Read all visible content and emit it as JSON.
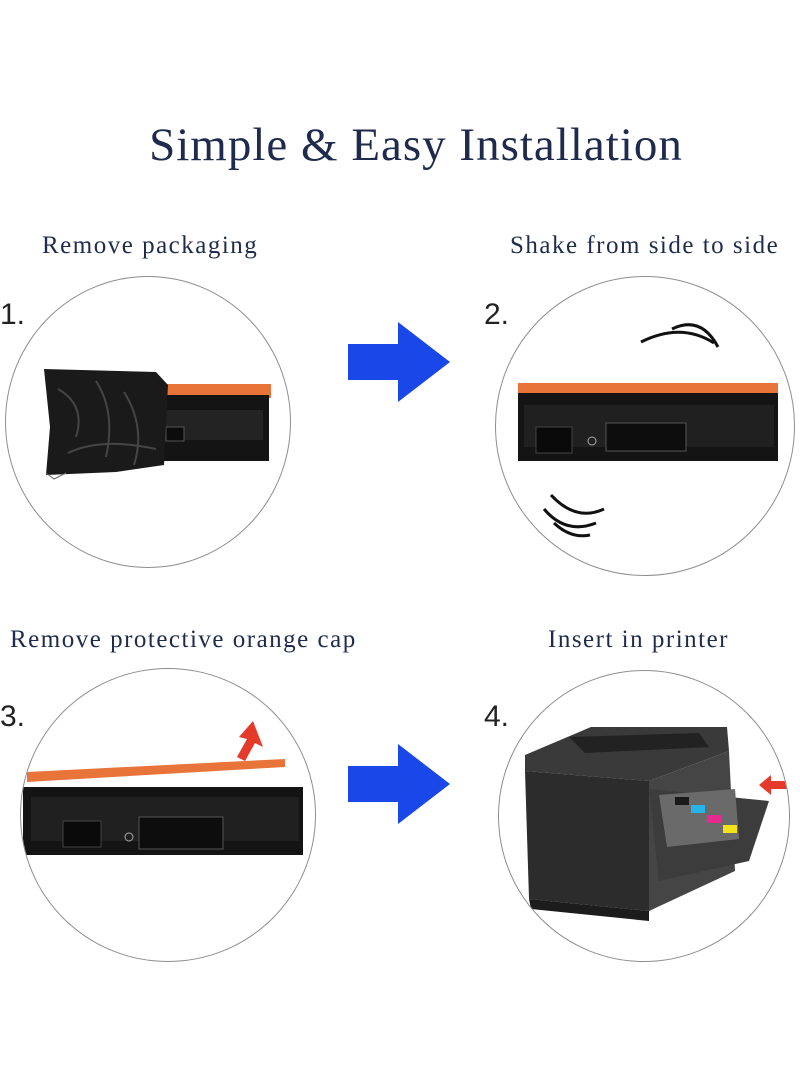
{
  "title": "Simple & Easy Installation",
  "steps": [
    {
      "number": "1.",
      "caption": "Remove packaging",
      "illustration": "toner-in-bag"
    },
    {
      "number": "2.",
      "caption": "Shake from side to side",
      "illustration": "toner-shaking"
    },
    {
      "number": "3.",
      "caption": "Remove protective orange cap",
      "illustration": "toner-cap-removal"
    },
    {
      "number": "4.",
      "caption": "Insert in printer",
      "illustration": "printer-insert"
    }
  ],
  "arrow_icon": "right-arrow-icon",
  "colors": {
    "arrow": "#1a47e8",
    "cap": "#e8743a",
    "toner_body": "#141414",
    "hint_arrow": "#e53a2a",
    "text": "#1f2b4d"
  }
}
